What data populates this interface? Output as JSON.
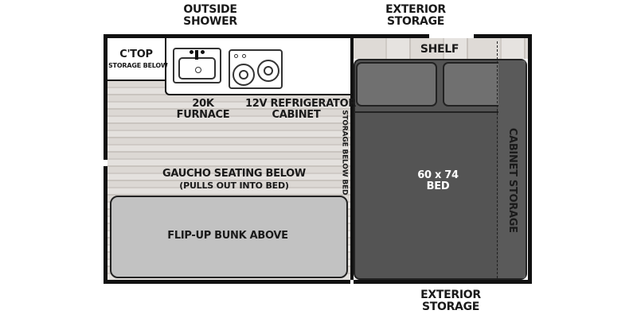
{
  "labels": {
    "outside_shower_1": "OUTSIDE",
    "outside_shower_2": "SHOWER",
    "exterior_storage_top_1": "EXTERIOR",
    "exterior_storage_top_2": "STORAGE",
    "exterior_storage_bottom_1": "EXTERIOR",
    "exterior_storage_bottom_2": "STORAGE",
    "ctop_1": "C'TOP",
    "ctop_2": "STORAGE BELOW",
    "shelf": "SHELF",
    "furnace_1": "20K",
    "furnace_2": "FURNACE",
    "refrigerator_1": "12V REFRIGERATOR",
    "refrigerator_2": "CABINET",
    "storage_below_bed": "STORAGE BELOW BED",
    "gaucho_1": "GAUCHO SEATING BELOW",
    "gaucho_2": "(PULLS OUT INTO BED)",
    "bunk": "FLIP-UP BUNK ABOVE",
    "bed_size": "60 x 74",
    "bed": "BED",
    "cabinet_storage": "CABINET STORAGE"
  },
  "colors": {
    "walls": "#111111",
    "floor": "#dcd8d4",
    "bed": "#545454",
    "pillow": "#707070",
    "bunk": "#c2c2c2"
  }
}
